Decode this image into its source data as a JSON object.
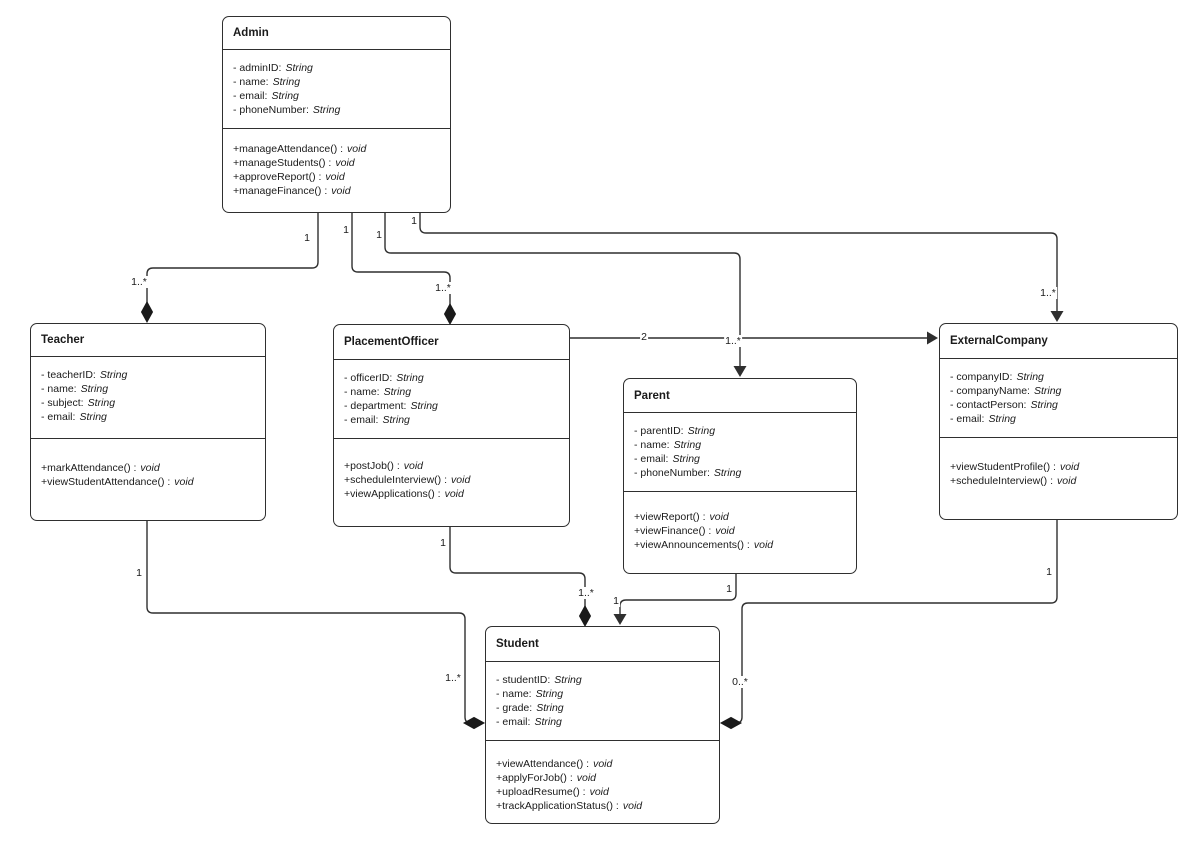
{
  "diagram": {
    "type": "uml-class-diagram",
    "colors": {
      "line": "#2f2f2f",
      "text": "#1a1a1a",
      "background": "#ffffff"
    },
    "classes": [
      {
        "name": "Admin",
        "attributes": [
          {
            "label": "- adminID:",
            "type": "String"
          },
          {
            "label": "- name:",
            "type": "String"
          },
          {
            "label": "- email:",
            "type": "String"
          },
          {
            "label": "- phoneNumber:",
            "type": "String"
          }
        ],
        "methods": [
          {
            "label": "+manageAttendance() :",
            "type": "void"
          },
          {
            "label": "+manageStudents() :",
            "type": "void"
          },
          {
            "label": "+approveReport() :",
            "type": "void"
          },
          {
            "label": "+manageFinance() :",
            "type": "void"
          }
        ]
      },
      {
        "name": "Teacher",
        "attributes": [
          {
            "label": "- teacherID:",
            "type": "String"
          },
          {
            "label": "- name:",
            "type": "String"
          },
          {
            "label": "- subject:",
            "type": "String"
          },
          {
            "label": "- email:",
            "type": "String"
          }
        ],
        "methods": [
          {
            "label": "+markAttendance() :",
            "type": "void"
          },
          {
            "label": "+viewStudentAttendance() :",
            "type": "void"
          }
        ]
      },
      {
        "name": "PlacementOfficer",
        "attributes": [
          {
            "label": "- officerID:",
            "type": "String"
          },
          {
            "label": "- name:",
            "type": "String"
          },
          {
            "label": "- department:",
            "type": "String"
          },
          {
            "label": "- email:",
            "type": "String"
          }
        ],
        "methods": [
          {
            "label": "+postJob() :",
            "type": "void"
          },
          {
            "label": "+scheduleInterview() :",
            "type": "void"
          },
          {
            "label": "+viewApplications() :",
            "type": "void"
          }
        ]
      },
      {
        "name": "Parent",
        "attributes": [
          {
            "label": "- parentID:",
            "type": "String"
          },
          {
            "label": "- name:",
            "type": "String"
          },
          {
            "label": "- email:",
            "type": "String"
          },
          {
            "label": "- phoneNumber:",
            "type": "String"
          }
        ],
        "methods": [
          {
            "label": "+viewReport() :",
            "type": "void"
          },
          {
            "label": "+viewFinance() :",
            "type": "void"
          },
          {
            "label": "+viewAnnouncements() :",
            "type": "void"
          }
        ]
      },
      {
        "name": "ExternalCompany",
        "attributes": [
          {
            "label": "- companyID:",
            "type": "String"
          },
          {
            "label": "- companyName:",
            "type": "String"
          },
          {
            "label": "- contactPerson:",
            "type": "String"
          },
          {
            "label": "- email:",
            "type": "String"
          }
        ],
        "methods": [
          {
            "label": "+viewStudentProfile() :",
            "type": "void"
          },
          {
            "label": "+scheduleInterview() :",
            "type": "void"
          }
        ]
      },
      {
        "name": "Student",
        "attributes": [
          {
            "label": "- studentID:",
            "type": "String"
          },
          {
            "label": "- name:",
            "type": "String"
          },
          {
            "label": "- grade:",
            "type": "String"
          },
          {
            "label": "- email:",
            "type": "String"
          }
        ],
        "methods": [
          {
            "label": "+viewAttendance() :",
            "type": "void"
          },
          {
            "label": "+applyForJob() :",
            "type": "void"
          },
          {
            "label": "+uploadResume() :",
            "type": "void"
          },
          {
            "label": "+trackApplicationStatus() :",
            "type": "void"
          }
        ]
      }
    ],
    "edge_labels": [
      {
        "edge": "admin-teacher",
        "end": "admin",
        "text": "1"
      },
      {
        "edge": "admin-teacher",
        "end": "teacher",
        "text": "1..*"
      },
      {
        "edge": "admin-placementofficer",
        "end": "admin",
        "text": "1"
      },
      {
        "edge": "admin-placementofficer",
        "end": "placementofficer",
        "text": "1..*"
      },
      {
        "edge": "admin-parent",
        "end": "admin",
        "text": "1"
      },
      {
        "edge": "admin-parent",
        "end": "parent",
        "text": "1..*"
      },
      {
        "edge": "admin-externalcompany",
        "end": "admin",
        "text": "1"
      },
      {
        "edge": "admin-externalcompany",
        "end": "externalcompany",
        "text": "1..*"
      },
      {
        "edge": "placementofficer-externalcompany",
        "end": "middle",
        "text": "2"
      },
      {
        "edge": "teacher-student",
        "end": "teacher",
        "text": "1"
      },
      {
        "edge": "teacher-student",
        "end": "student",
        "text": "1..*"
      },
      {
        "edge": "placementofficer-student",
        "end": "placementofficer",
        "text": "1"
      },
      {
        "edge": "placementofficer-student",
        "end": "student",
        "text": "1..*"
      },
      {
        "edge": "parent-student",
        "end": "parent",
        "text": "1"
      },
      {
        "edge": "parent-student",
        "end": "student",
        "text": "1"
      },
      {
        "edge": "externalcompany-student",
        "end": "externalcompany",
        "text": "1"
      },
      {
        "edge": "externalcompany-student",
        "end": "student",
        "text": "0..*"
      }
    ]
  }
}
